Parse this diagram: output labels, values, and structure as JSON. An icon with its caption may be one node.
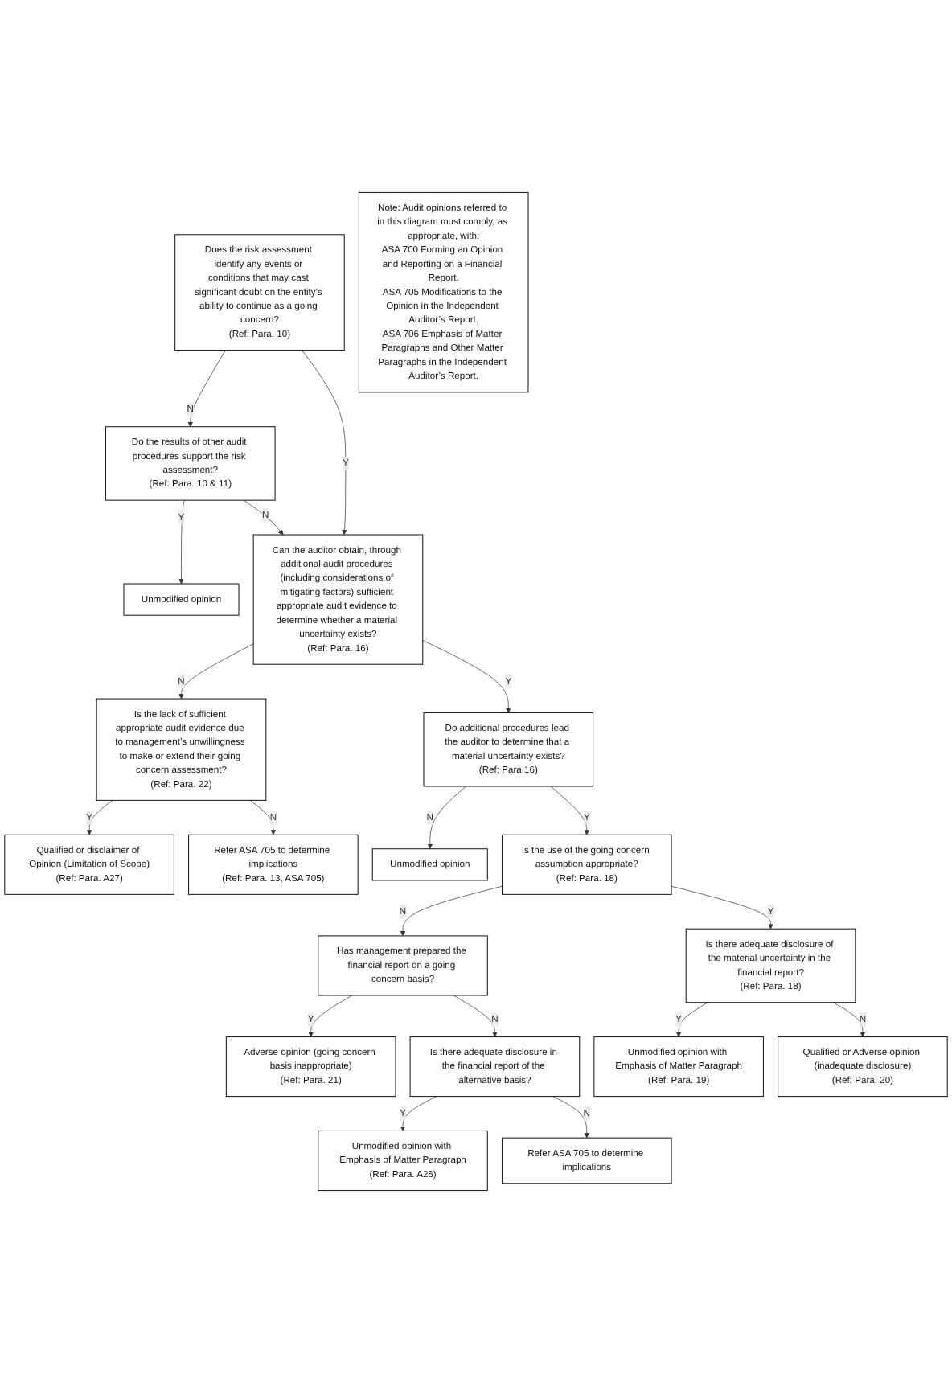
{
  "diagram": {
    "nodes": [
      {
        "text": [
          "Does the risk assessment identify any events or conditions that may cast significant doubt on the entity’s ability to continue as a going concern?",
          "(Ref: Para. 10)"
        ]
      },
      {
        "text": [
          "Do the results of other audit procedures support the risk assessment?",
          "(Ref: Para. 10 & 11)"
        ]
      },
      {
        "text": [
          "Unmodified opinion"
        ]
      },
      {
        "text": [
          "Can the auditor obtain, through additional audit procedures (including considerations of mitigating factors) sufficient appropriate audit evidence to determine whether a material uncertainty exists?",
          "(Ref: Para. 16)"
        ]
      },
      {
        "text": [
          "Is the lack of sufficient appropriate audit evidence due to management’s unwillingness to make or extend their going concern assessment?",
          "(Ref: Para. 22)"
        ]
      },
      {
        "text": [
          "Qualified or disclaimer of Opinion (Limitation of Scope)",
          "(Ref: Para. A27)"
        ]
      },
      {
        "text": [
          "Refer ASA 705 to determine implications",
          "(Ref: Para. 13, ASA 705)"
        ]
      },
      {
        "text": [
          "Do additional procedures lead the auditor to determine that a material uncertainty exists?",
          "(Ref: Para 16)"
        ]
      },
      {
        "text": [
          "Unmodified opinion"
        ]
      },
      {
        "text": [
          "Is the use of the going concern assumption appropriate?",
          "(Ref: Para. 18)"
        ]
      },
      {
        "text": [
          "Has management prepared the financial report on a going concern basis?"
        ]
      },
      {
        "text": [
          "Adverse opinion (going concern basis inappropriate)",
          "(Ref: Para. 21)"
        ]
      },
      {
        "text": [
          "Is there adequate disclosure in the financial report of the alternative basis?"
        ]
      },
      {
        "text": [
          "Unmodified opinion with Emphasis of Matter Paragraph",
          "(Ref: Para. A26)"
        ]
      },
      {
        "text": [
          "Refer ASA 705 to determine implications"
        ]
      },
      {
        "text": [
          "Is there adequate disclosure of the material uncertainty in the financial report?",
          "(Ref: Para. 18)"
        ]
      },
      {
        "text": [
          "Unmodified opinion with Emphasis of Matter Paragraph",
          "(Ref: Para. 19)"
        ]
      },
      {
        "text": [
          "Qualified or Adverse opinion (inadequate disclosure)",
          "(Ref: Para. 20)"
        ]
      },
      {
        "text": [
          "Note: Audit opinions referred to in this diagram must comply, as appropriate, with:",
          "ASA 700 Forming an Opinion and Reporting on a Financial Report.",
          "ASA 705 Modifications to the Opinion in the Independent Auditor’s Report.",
          "ASA 706 Emphasis of Matter Paragraphs and Other Matter Paragraphs in the Independent Auditor’s Report."
        ]
      }
    ],
    "edges": [
      {
        "from": 0,
        "to": 1,
        "arrow": "to",
        "label": "N"
      },
      {
        "from": 1,
        "to": 2,
        "arrow": "to",
        "label": "Y"
      },
      {
        "from": 0,
        "to": 3,
        "arrow": "to",
        "label": "Y"
      },
      {
        "from": 1,
        "to": 3,
        "arrow": "to",
        "label": "N"
      },
      {
        "from": 3,
        "to": 4,
        "arrow": "to",
        "label": "N"
      },
      {
        "from": 4,
        "to": 5,
        "arrow": "to",
        "label": "Y"
      },
      {
        "from": 4,
        "to": 6,
        "arrow": "to",
        "label": "N"
      },
      {
        "from": 3,
        "to": 7,
        "arrow": "to",
        "label": "Y"
      },
      {
        "from": 7,
        "to": 8,
        "arrow": "to",
        "label": "N"
      },
      {
        "from": 7,
        "to": 9,
        "arrow": "to",
        "label": "Y"
      },
      {
        "from": 9,
        "to": 10,
        "arrow": "to",
        "label": "N"
      },
      {
        "from": 10,
        "to": 11,
        "arrow": "to",
        "label": "Y"
      },
      {
        "from": 10,
        "to": 12,
        "arrow": "to",
        "label": "N"
      },
      {
        "from": 12,
        "to": 13,
        "arrow": "to",
        "label": "Y"
      },
      {
        "from": 12,
        "to": 14,
        "arrow": "to",
        "label": "N"
      },
      {
        "from": 9,
        "to": 15,
        "arrow": "to",
        "label": "Y"
      },
      {
        "from": 15,
        "to": 16,
        "arrow": "to",
        "label": "Y"
      },
      {
        "from": 15,
        "to": 17,
        "arrow": "to",
        "label": "N"
      }
    ]
  }
}
